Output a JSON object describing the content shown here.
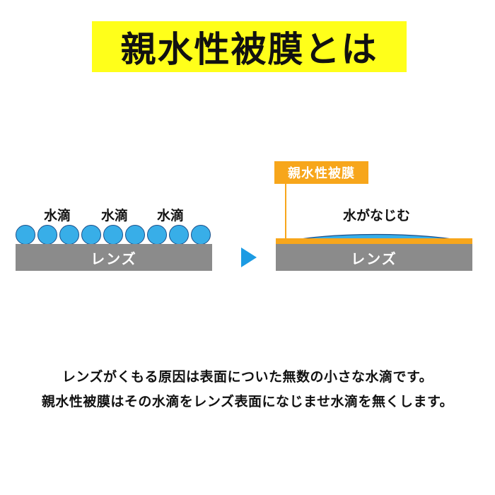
{
  "title": "親水性被膜とは",
  "left": {
    "drop_labels": [
      "水滴",
      "水滴",
      "水滴"
    ],
    "lens_label": "レンズ",
    "drop_count": 9
  },
  "right": {
    "coating_tag": "親水性被膜",
    "water_label": "水がなじむ",
    "lens_label": "レンズ"
  },
  "caption_lines": [
    "レンズがくもる原因は表面についた無数の小さな水滴です。",
    "親水性被膜はその水滴をレンズ表面になじませ水滴を無くします。"
  ],
  "colors": {
    "title_bg": "#ffff1a",
    "water": "#38aee8",
    "lens": "#8b8b8b",
    "coating": "#f7a61b",
    "arrow": "#1c9be3"
  }
}
